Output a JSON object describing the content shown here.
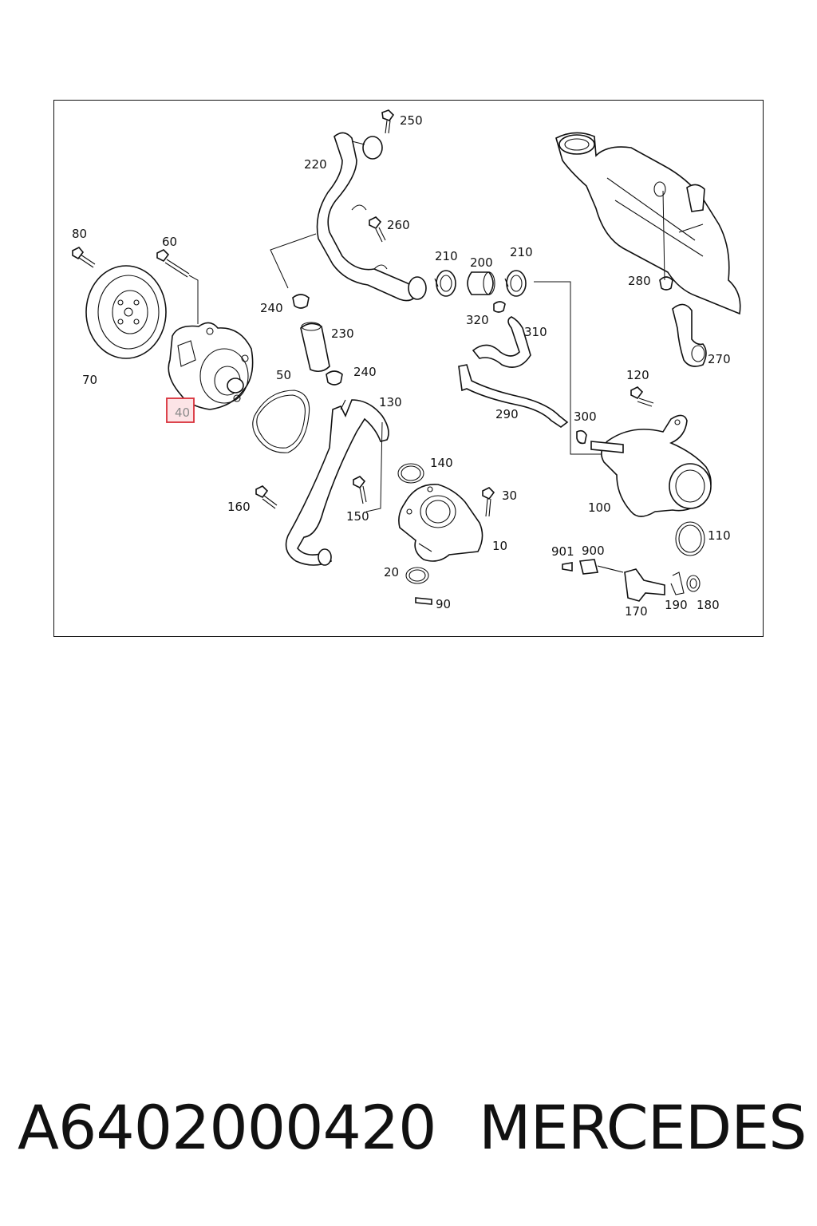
{
  "diagram": {
    "highlighted_callout": "40",
    "highlight_color": "#d9303a",
    "callouts": [
      "10",
      "20",
      "30",
      "40",
      "50",
      "60",
      "70",
      "80",
      "90",
      "100",
      "110",
      "120",
      "130",
      "140",
      "150",
      "160",
      "170",
      "180",
      "190",
      "200",
      "210",
      "210",
      "220",
      "230",
      "240",
      "240",
      "250",
      "260",
      "270",
      "280",
      "290",
      "300",
      "310",
      "320",
      "900",
      "901"
    ]
  },
  "footer": {
    "part_number": "A6402000420",
    "brand": "MERCEDES"
  }
}
